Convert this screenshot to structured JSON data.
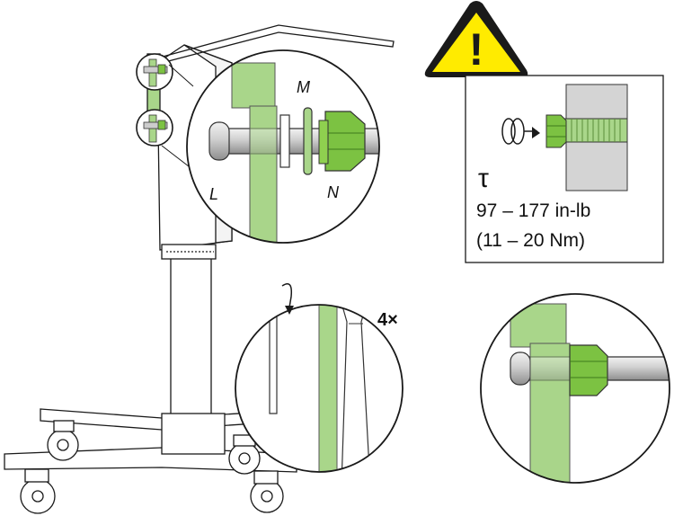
{
  "labels": {
    "part_m": "M",
    "part_n": "N",
    "part_l": "L",
    "quantity": "4×"
  },
  "torque_box": {
    "symbol": "τ",
    "value_inlb": "97 – 177 in-lb",
    "value_nm": "(11 – 20 Nm)"
  },
  "warning": {
    "symbol": "!"
  },
  "colors": {
    "part_green": "#a9d68a",
    "nut_green": "#7cc242",
    "warning_yellow": "#ffeb00",
    "line": "#1a1a1a"
  }
}
